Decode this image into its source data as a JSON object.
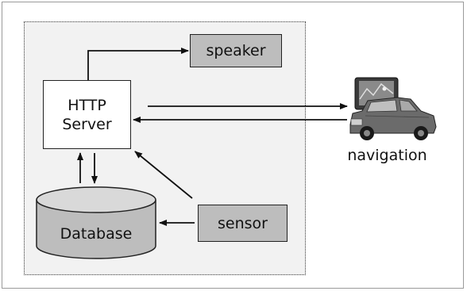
{
  "nodes": {
    "http_server": {
      "line1": "HTTP",
      "line2": "Server"
    },
    "speaker": "speaker",
    "sensor": "sensor",
    "database": "Database",
    "navigation": "navigation"
  },
  "icons": {
    "navigation": "car-with-navigation-screen-icon",
    "database": "database-cylinder-icon"
  },
  "colors": {
    "system_background": "#f2f2f2",
    "component_fill": "#bdbdbd",
    "server_fill": "#ffffff",
    "line": "#111111"
  }
}
